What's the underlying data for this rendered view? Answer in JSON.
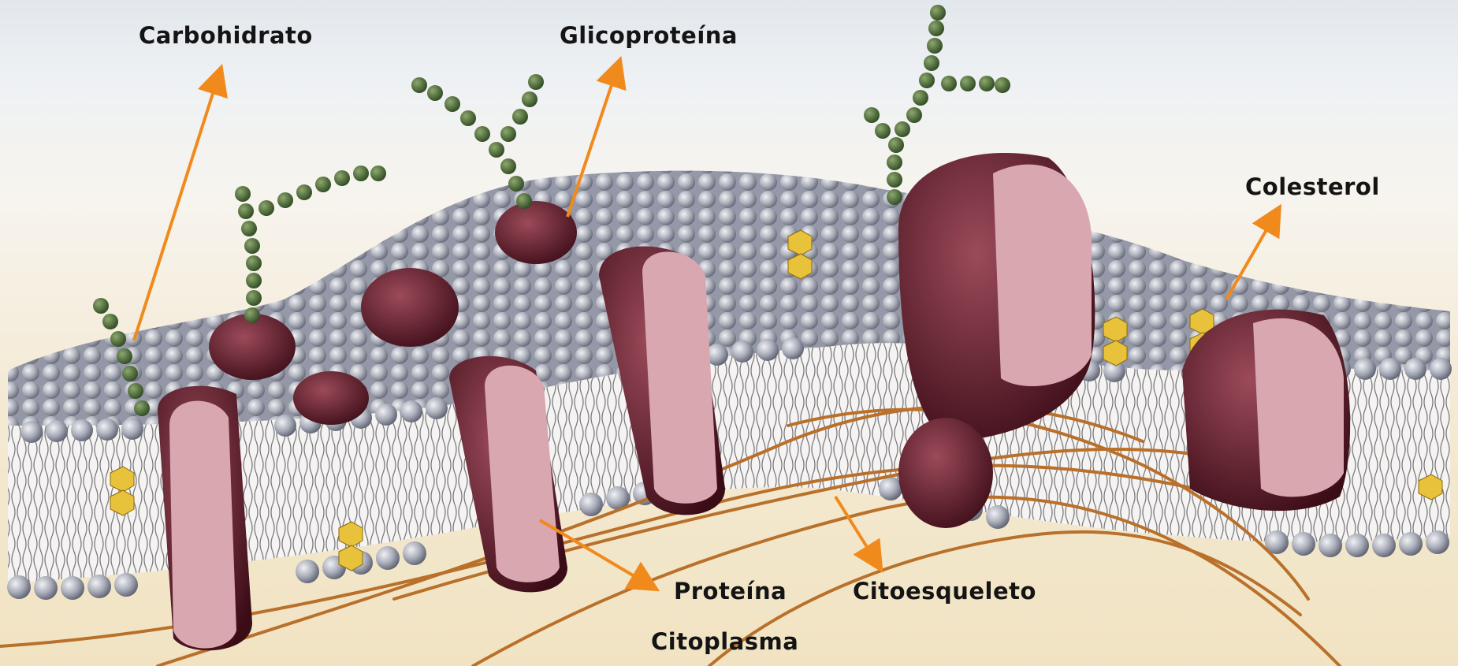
{
  "labels": {
    "carbohidrato": "Carbohidrato",
    "glicoproteina": "Glicoproteína",
    "colesterol": "Colesterol",
    "proteina": "Proteína",
    "citoesqueleto": "Citoesqueleto",
    "citoplasma": "Citoplasma"
  },
  "colors": {
    "arrow": "#f18a1c",
    "carbohydrate": "#4f6e3a",
    "protein_outer": "#5a1a26",
    "protein_cut": "#d9a7b0",
    "phospholipid_head": "#a4a8b4",
    "cholesterol": "#e8c23a",
    "cytoskeleton": "#b9702a"
  }
}
